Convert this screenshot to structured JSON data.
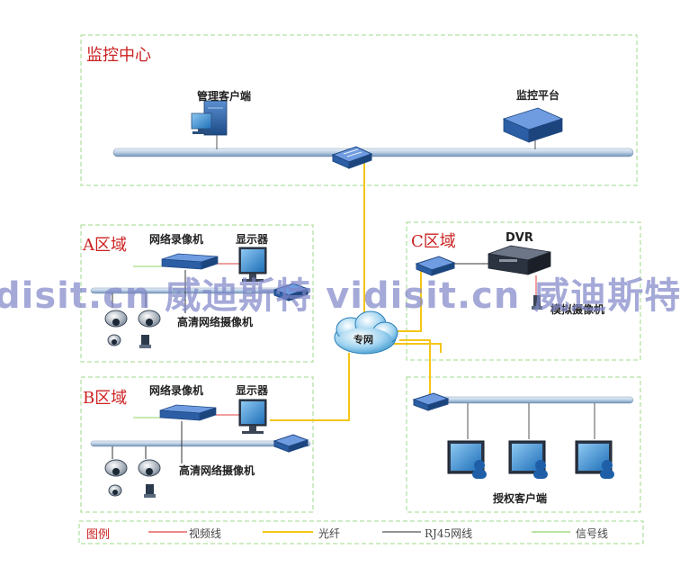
{
  "zones": {
    "center": {
      "title": "监控中心",
      "client_label": "管理客户端",
      "platform_label": "监控平台"
    },
    "a": {
      "title": "A区域",
      "nvr_label": "网络录像机",
      "display_label": "显示器",
      "camera_label": "高清网络摄像机"
    },
    "b": {
      "title": "B区域",
      "nvr_label": "网络录像机",
      "display_label": "显示器",
      "camera_label": "高清网络摄像机"
    },
    "c": {
      "title": "C区域",
      "dvr_label": "DVR",
      "analog_camera_label": "模拟摄像机"
    },
    "auth": {
      "client_label": "授权客户端"
    }
  },
  "network": {
    "cloud_label": "专网"
  },
  "legend": {
    "title": "图例",
    "items": [
      {
        "label": "视频线",
        "color": "#e04040"
      },
      {
        "label": "光纤",
        "color": "#f5c518"
      },
      {
        "label": "RJ45网线",
        "color": "#555555"
      },
      {
        "label": "信号线",
        "color": "#8fd46b"
      }
    ]
  },
  "watermark": "disit.cn 威迪斯特  vidisit.cn 威迪斯特",
  "colors": {
    "zone_border": "#9fd88a",
    "fiber": "#f5c518",
    "video": "#e04040",
    "device_blue": "#2d62a8"
  }
}
